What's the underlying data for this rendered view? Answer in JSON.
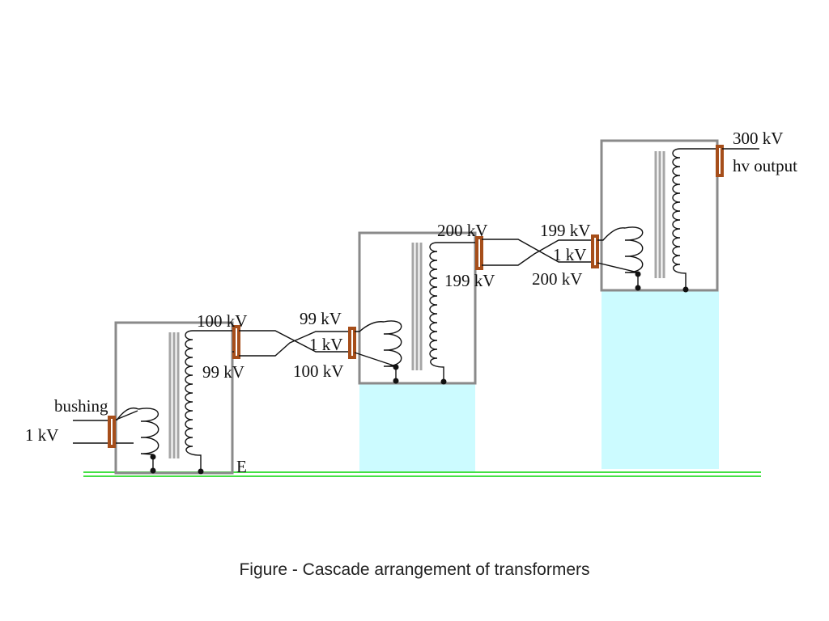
{
  "caption": "Figure  - Cascade arrangement of transformers",
  "labels": {
    "bushing": "bushing",
    "input_1kv": "1 kV",
    "e": "E",
    "s1_100kv": "100 kV",
    "s1_99kv": "99 kV",
    "s2_99kv": "99 kV",
    "s2_1kv": "1 kV",
    "s2_100kv": "100 kV",
    "s2_200kv": "200 kV",
    "s2_199kv": "199 kV",
    "s3_199kv": "199 kV",
    "s3_1kv": "1 kV",
    "s3_200kv": "200 kV",
    "out_300kv": "300 kV",
    "hv_output": "hv output"
  },
  "colors": {
    "tank": "#8a8a8a",
    "core": "#a6a6a6",
    "bushing": "#a64e1a",
    "insulating_stand": "#ccfbff",
    "ground": "#44e044"
  }
}
